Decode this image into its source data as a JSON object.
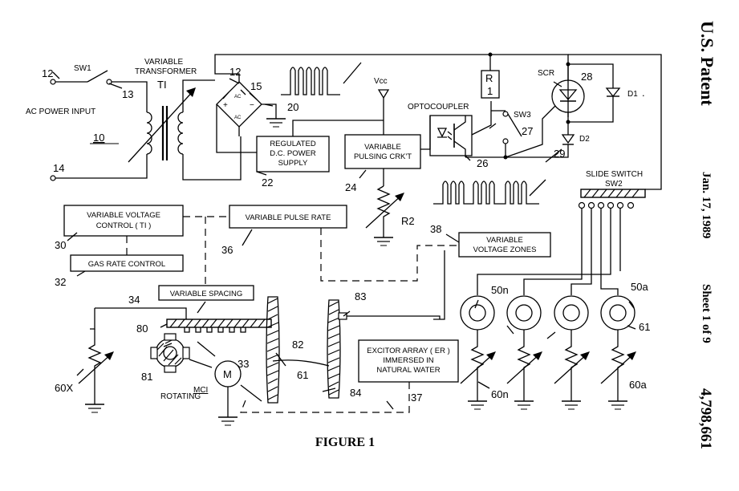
{
  "labels": {
    "sw1": "SW1",
    "variable_transformer_1": "VARIABLE",
    "variable_transformer_2": "TRANSFORMER",
    "t1": "TI",
    "ac_power_input": "AC POWER INPUT",
    "vcc": "Vcc",
    "optocoupler": "OPTOCOUPLER",
    "scr": "SCR",
    "r1_a": "R",
    "r1_b": "1",
    "sw3": "SW3",
    "d1": "D1",
    "d2": "D2",
    "slide_switch_1": "SLIDE SWITCH",
    "slide_switch_2": "SW2",
    "r2": "R2",
    "rotating": "ROTATING",
    "mci": "MCI",
    "motor": "M",
    "ac_top": "AC",
    "ac_bottom": "AC",
    "plus": "+",
    "minus": "−"
  },
  "boxes": {
    "power_supply_1": "REGULATED",
    "power_supply_2": "D.C. POWER",
    "power_supply_3": "SUPPLY",
    "pulsing_1": "VARIABLE",
    "pulsing_2": "PULSING CRK'T",
    "voltage_control_1": "VARIABLE VOLTAGE",
    "voltage_control_2": "CONTROL ( TI )",
    "pulse_rate": "VARIABLE PULSE RATE",
    "gas_rate": "GAS RATE CONTROL",
    "voltage_zones_1": "VARIABLE",
    "voltage_zones_2": "VOLTAGE ZONES",
    "spacing": "VARIABLE SPACING",
    "excitor_1": "EXCITOR ARRAY ( ER )",
    "excitor_2": "IMMERSED IN",
    "excitor_3": "NATURAL WATER"
  },
  "refs": {
    "n10": "10",
    "n12a": "12",
    "n12b": "12",
    "n13": "13",
    "n14": "14",
    "n15": "15",
    "n20": "20",
    "n22": "22",
    "n24": "24",
    "n26": "26",
    "n27": "27",
    "n28": "28",
    "n29": "29",
    "n30": "30",
    "n32": "32",
    "n33": "33",
    "n34": "34",
    "n36": "36",
    "n37": "37",
    "n38": "38",
    "n50n": "50n",
    "n50a": "50a",
    "n60n": "60n",
    "n60a": "60a",
    "n60x": "60X",
    "n61a": "61",
    "n61b": "61",
    "n80": "80",
    "n81": "81",
    "n82": "82",
    "n83": "83",
    "n84": "84",
    "dot": "."
  },
  "figure_caption": "FIGURE 1",
  "patent_header": {
    "title": "U.S. Patent",
    "date": "Jan. 17, 1989",
    "sheet": "Sheet 1 of 9",
    "number": "4,798,661"
  }
}
